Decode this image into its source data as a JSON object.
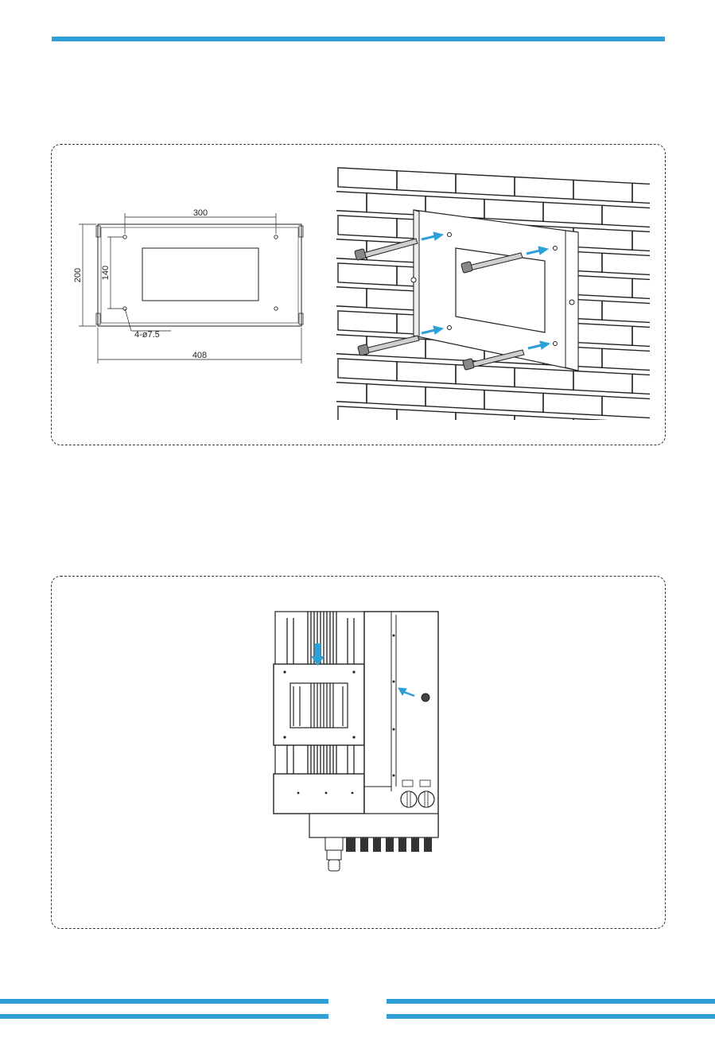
{
  "colors": {
    "accent": "#2f9fd8",
    "arrow": "#2f9fd8",
    "line": "#222222"
  },
  "bracket_drawing": {
    "dim_top": "300",
    "dim_bottom": "408",
    "dim_left_outer": "200",
    "dim_left_inner": "140",
    "hole_callout": "4-ø7.5"
  },
  "icons": [
    "bracket-dimension-drawing",
    "wall-mount-illustration",
    "inverter-hanging-illustration"
  ]
}
